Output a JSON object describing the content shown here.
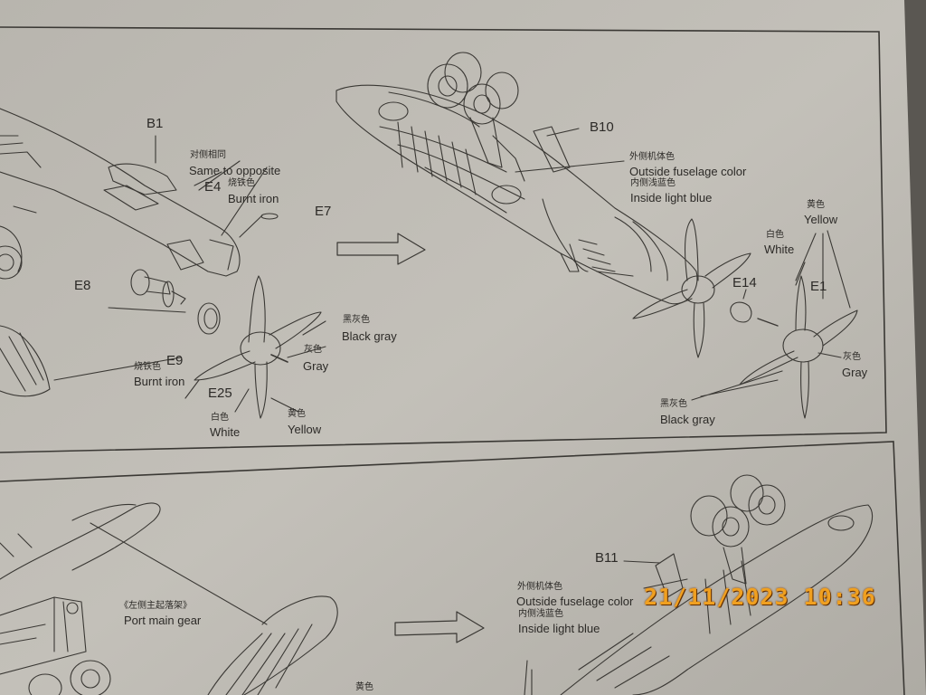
{
  "step_top": {
    "part_b1": "B1",
    "same_opposite_zh": "对侧相同",
    "same_opposite_en": "Same to opposite",
    "e4_color_zh": "烧铁色",
    "part_e4": "E4",
    "e4_color_en": "Burnt iron",
    "part_e7": "E7",
    "part_e8": "E8",
    "part_e9": "E9",
    "e9_color_zh": "烧铁色",
    "e9_color_en": "Burnt iron",
    "part_e25": "E25",
    "black_gray_zh": "黑灰色",
    "black_gray_en": "Black gray",
    "gray_zh": "灰色",
    "gray_en": "Gray",
    "white_zh": "白色",
    "white_en": "White",
    "yellow_zh": "黄色",
    "yellow_en": "Yellow",
    "part_b10": "B10",
    "outside_zh": "外侧机体色",
    "outside_en": "Outside fuselage color",
    "inside_zh": "内侧浅蓝色",
    "inside_en": "Inside light blue",
    "r_yellow_zh": "黄色",
    "r_yellow_en": "Yellow",
    "r_white_zh": "白色",
    "r_white_en": "White",
    "part_e14": "E14",
    "part_e1": "E1",
    "r_gray_zh": "灰色",
    "r_gray_en": "Gray",
    "r_black_gray_zh": "黑灰色",
    "r_black_gray_en": "Black gray"
  },
  "step_bottom": {
    "port_gear_zh": "《左侧主起落架》",
    "port_gear_en": "Port main gear",
    "part_b11": "B11",
    "outside_zh": "外侧机体色",
    "outside_en": "Outside fuselage color",
    "inside_zh": "内侧浅蓝色",
    "inside_en": "Inside light blue",
    "yellow_zh": "黄色"
  },
  "timestamp": "21/11/2023  10:36",
  "colors": {
    "paper": "#bdbab3",
    "ink": "#2c2a27",
    "stamp": "#f0a020"
  }
}
